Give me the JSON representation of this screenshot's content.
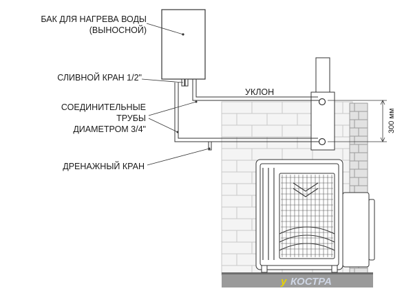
{
  "labels": {
    "tank_line1": "БАК ДЛЯ НАГРЕВА ВОДЫ",
    "tank_line2": "(ВЫНОСНОЙ)",
    "drain_valve": "СЛИВНОЙ КРАН 1/2\"",
    "slope": "УКЛОН",
    "pipes_line1": "СОЕДИНИТЕЛЬНЫЕ",
    "pipes_line2": "ТРУБЫ",
    "pipes_line3": "ДИАМЕТРОМ 3/4\"",
    "dump_valve": "ДРЕНАЖНЫЙ КРАН",
    "dimension": "300 мм"
  },
  "logo": {
    "prefix": "у",
    "name": "КОСТРА",
    "prefix_color": "#e8d400",
    "name_color": "#cfd6e4"
  },
  "colors": {
    "line": "#333333",
    "brick": "#c8c8c8",
    "brick_fill": "#f4f4f4",
    "floor": "#9a9a9a"
  }
}
